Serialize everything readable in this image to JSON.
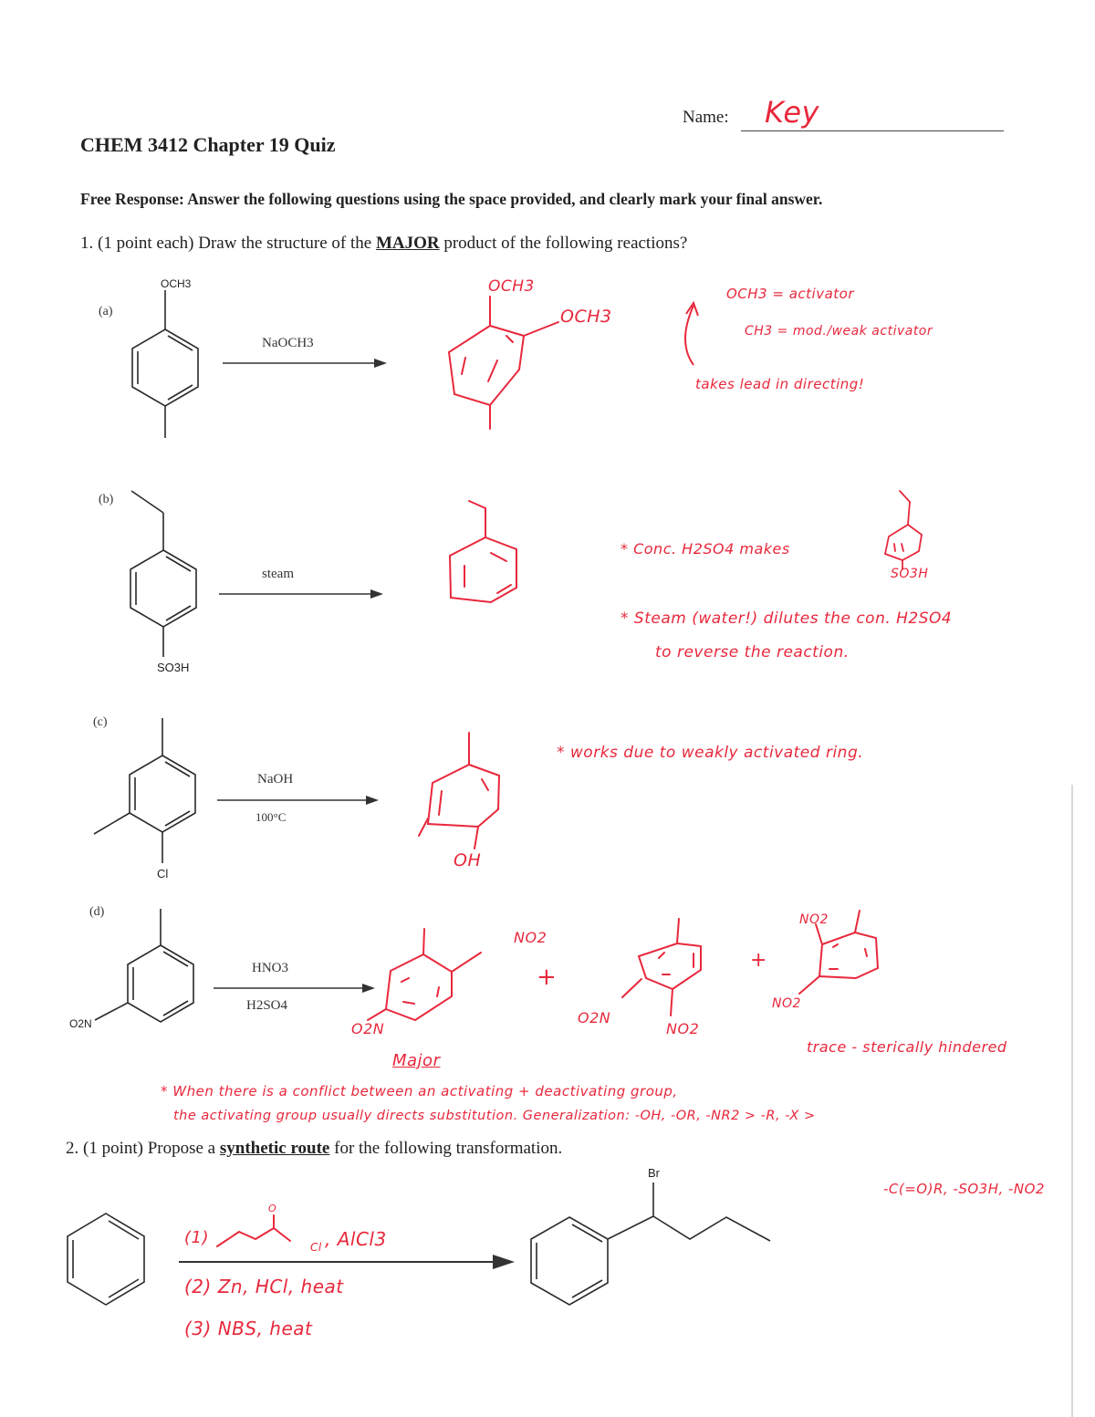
{
  "header": {
    "name_label": "Name:",
    "name_value": "Key",
    "title": "CHEM 3412 Chapter 19 Quiz",
    "instructions": "Free Response: Answer the following questions using the space provided, and clearly mark your final answer."
  },
  "colors": {
    "ink": "#222222",
    "handwriting_red": "#e8283c",
    "paper": "#ffffff"
  },
  "question1": {
    "prefix": "1. (1 point each) Draw the structure of the ",
    "emphasis": "MAJOR",
    "suffix": " product of the following reactions?",
    "parts": [
      {
        "label": "(a)",
        "reactant_substituents": [
          "OCH3"
        ],
        "reagent_above": "NaOCH3",
        "reagent_below": "",
        "answer_labels": [
          "OCH3",
          "OCH3"
        ],
        "notes": [
          "OCH3 = activator",
          "CH3 = mod./weak activator",
          "takes lead in directing!"
        ]
      },
      {
        "label": "(b)",
        "reactant_substituents": [
          "SO3H"
        ],
        "reagent_above": "steam",
        "reagent_below": "",
        "answer_labels": [],
        "notes": [
          "* Conc. H2SO4 makes",
          "SO3H",
          "* Steam (water!) dilutes the con. H2SO4",
          "to reverse the reaction."
        ]
      },
      {
        "label": "(c)",
        "reactant_substituents": [
          "Cl"
        ],
        "reagent_above": "NaOH",
        "reagent_below": "100°C",
        "answer_labels": [
          "OH"
        ],
        "notes": [
          "* works due to weakly activated ring."
        ]
      },
      {
        "label": "(d)",
        "reactant_substituents": [
          "O2N"
        ],
        "reagent_above": "HNO3",
        "reagent_below": "H2SO4",
        "answer_labels": [
          "NO2",
          "O2N",
          "Major",
          "+",
          "O2N",
          "NO2",
          "+",
          "NO2",
          "NO2",
          "trace - sterically hindered"
        ],
        "notes": [
          "* When there is a conflict between an activating + deactivating group,",
          "the activating group usually directs substitution. Generalization: -OH, -OR, -NR2 > -R, -X >",
          "-C(=O)R, -SO3H, -NO2"
        ]
      }
    ]
  },
  "question2": {
    "prefix": "2. (1 point) Propose a ",
    "emphasis": "synthetic route",
    "suffix": " for the following transformation.",
    "product_substituent": "Br",
    "steps": [
      "(1)",
      "Cl",
      ", AlCl3",
      "(2) Zn, HCl, heat",
      "(3) NBS, heat"
    ],
    "acyl_oxygen": "O"
  }
}
